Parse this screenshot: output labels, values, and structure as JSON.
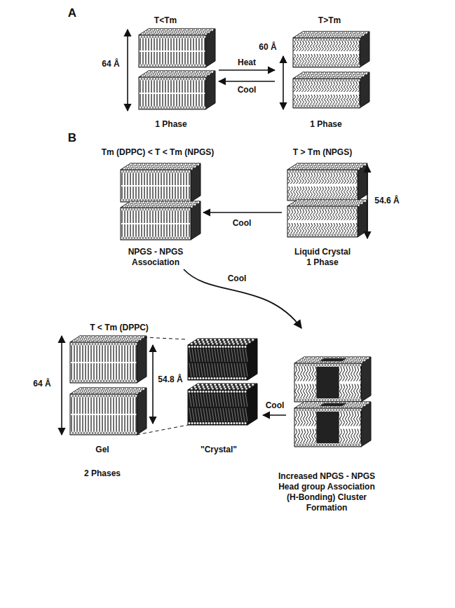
{
  "diagram": {
    "labels": [
      "A",
      "T<Tm",
      "T>Tm",
      "64 Å",
      "Heat",
      "Cool",
      "60 Å",
      "1 Phase",
      "1 Phase",
      "B",
      "Tm (DPPC) < T < Tm (NPGS)",
      "T > Tm (NPGS)",
      "54.6 Å",
      "Cool",
      "NPGS - NPGS Association",
      "Liquid Crystal",
      "1 Phase",
      "Cool",
      "T < Tm (DPPC)",
      "64 Å",
      "54.8 Å",
      "Gel",
      "\"Crystal\"",
      "2 Phases",
      "Cool",
      "Increased NPGS - NPGS Head group Association (H-Bonding) Cluster Formation"
    ]
  }
}
